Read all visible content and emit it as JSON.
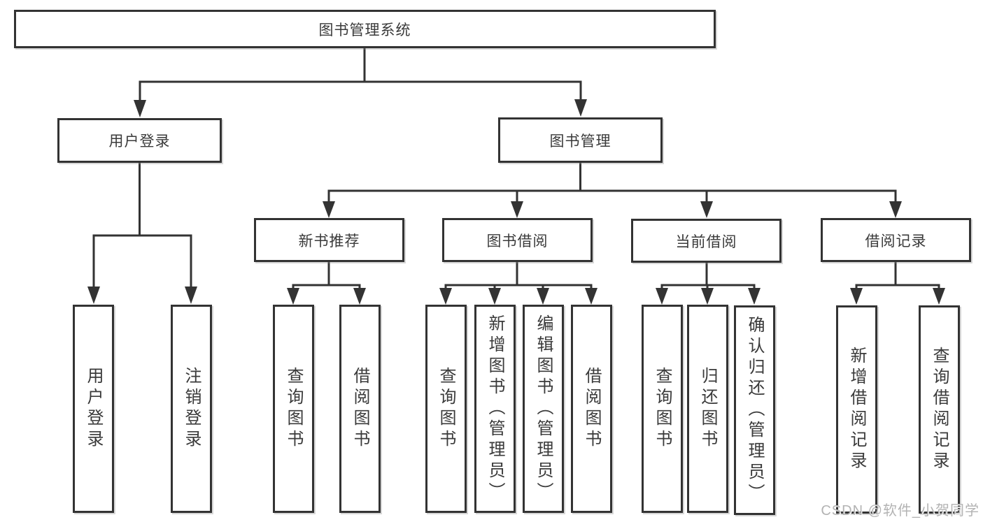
{
  "root": {
    "label": "图书管理系统"
  },
  "branches": [
    {
      "label": "用户登录",
      "children": [
        {
          "label": "用户登录"
        },
        {
          "label": "注销登录"
        }
      ]
    },
    {
      "label": "图书管理",
      "sections": [
        {
          "label": "新书推荐",
          "children": [
            {
              "label": "查询图书"
            },
            {
              "label": "借阅图书"
            }
          ]
        },
        {
          "label": "图书借阅",
          "children": [
            {
              "label": "查询图书"
            },
            {
              "label": "新增图书（管理员）"
            },
            {
              "label": "编辑图书（管理员）"
            },
            {
              "label": "借阅图书"
            }
          ]
        },
        {
          "label": "当前借阅",
          "children": [
            {
              "label": "查询图书"
            },
            {
              "label": "归还图书"
            },
            {
              "label": "确认归还（管理员）"
            }
          ]
        },
        {
          "label": "借阅记录",
          "children": [
            {
              "label": "新增借阅记录"
            },
            {
              "label": "查询借阅记录"
            }
          ]
        }
      ]
    }
  ],
  "watermark": "CSDN @软件_小贺同学"
}
